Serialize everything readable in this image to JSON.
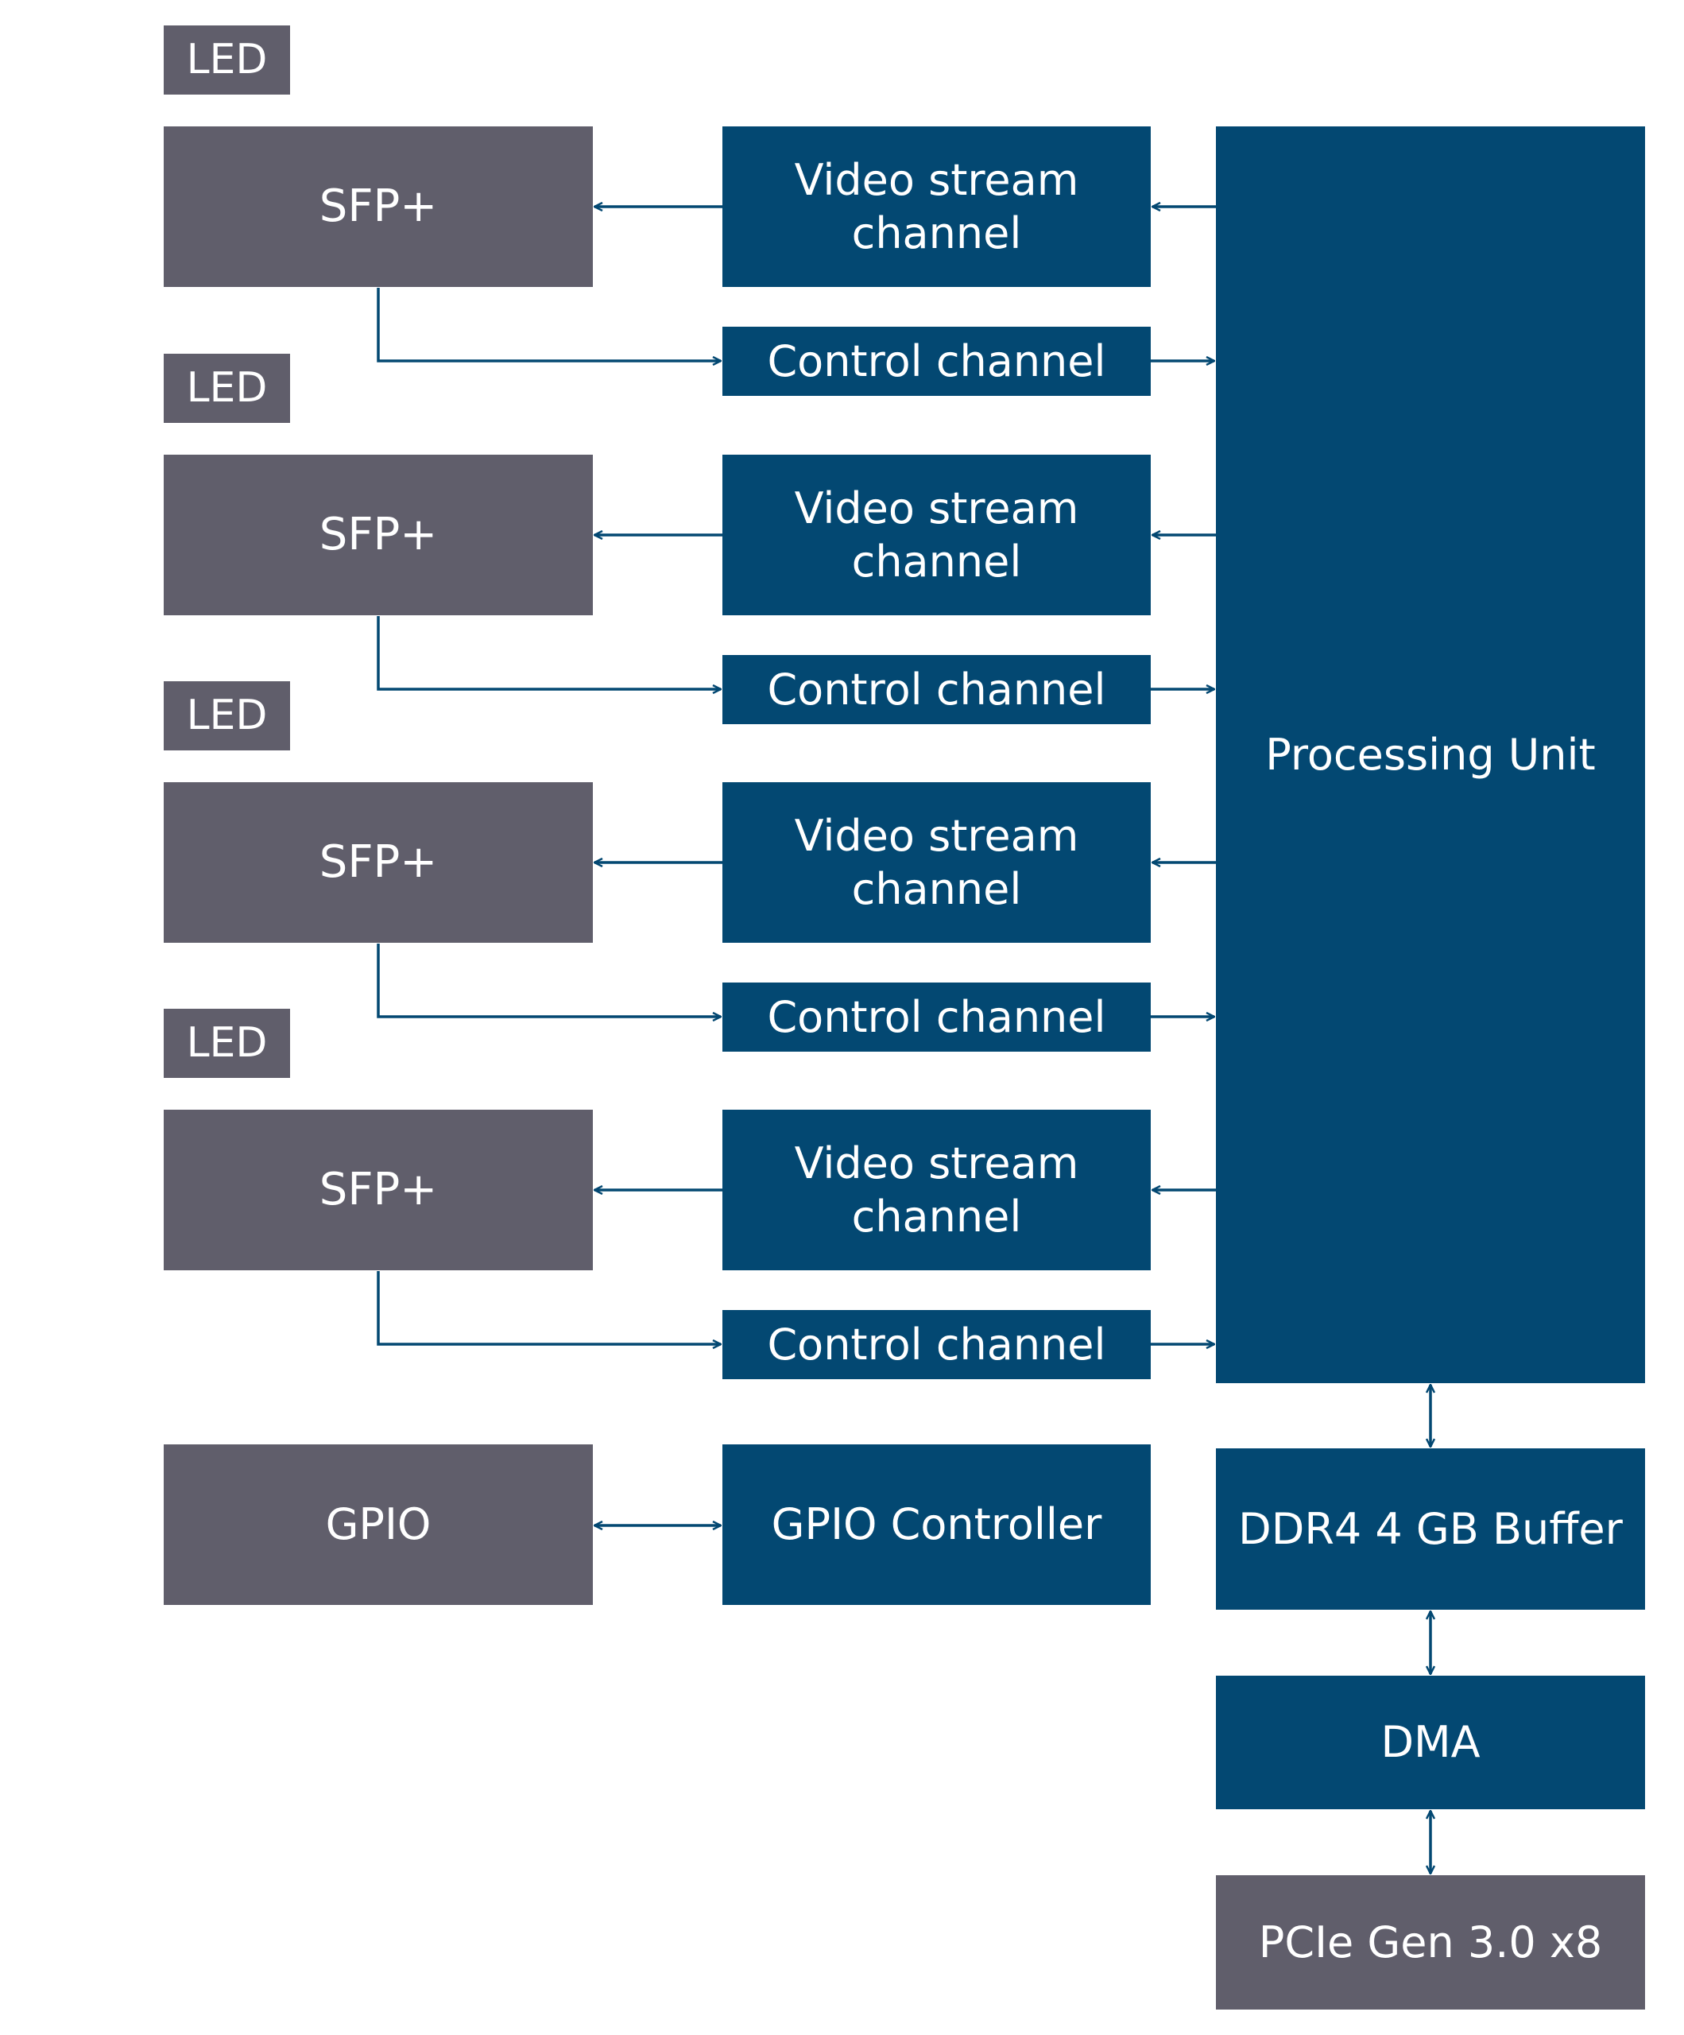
{
  "colors": {
    "gray": "#605e6b",
    "blue": "#034872",
    "wire": "#034872"
  },
  "channels": [
    {
      "led": "LED",
      "sfp": "SFP+",
      "video_line1": "Video stream",
      "video_line2": "channel",
      "control": "Control channel"
    },
    {
      "led": "LED",
      "sfp": "SFP+",
      "video_line1": "Video stream",
      "video_line2": "channel",
      "control": "Control channel"
    },
    {
      "led": "LED",
      "sfp": "SFP+",
      "video_line1": "Video stream",
      "video_line2": "channel",
      "control": "Control channel"
    },
    {
      "led": "LED",
      "sfp": "SFP+",
      "video_line1": "Video stream",
      "video_line2": "channel",
      "control": "Control channel"
    }
  ],
  "gpio": {
    "label": "GPIO",
    "controller": "GPIO Controller"
  },
  "processing_unit": "Processing Unit",
  "ddr4": "DDR4 4 GB Buffer",
  "dma": "DMA",
  "pcie": "PCIe Gen 3.0 x8"
}
